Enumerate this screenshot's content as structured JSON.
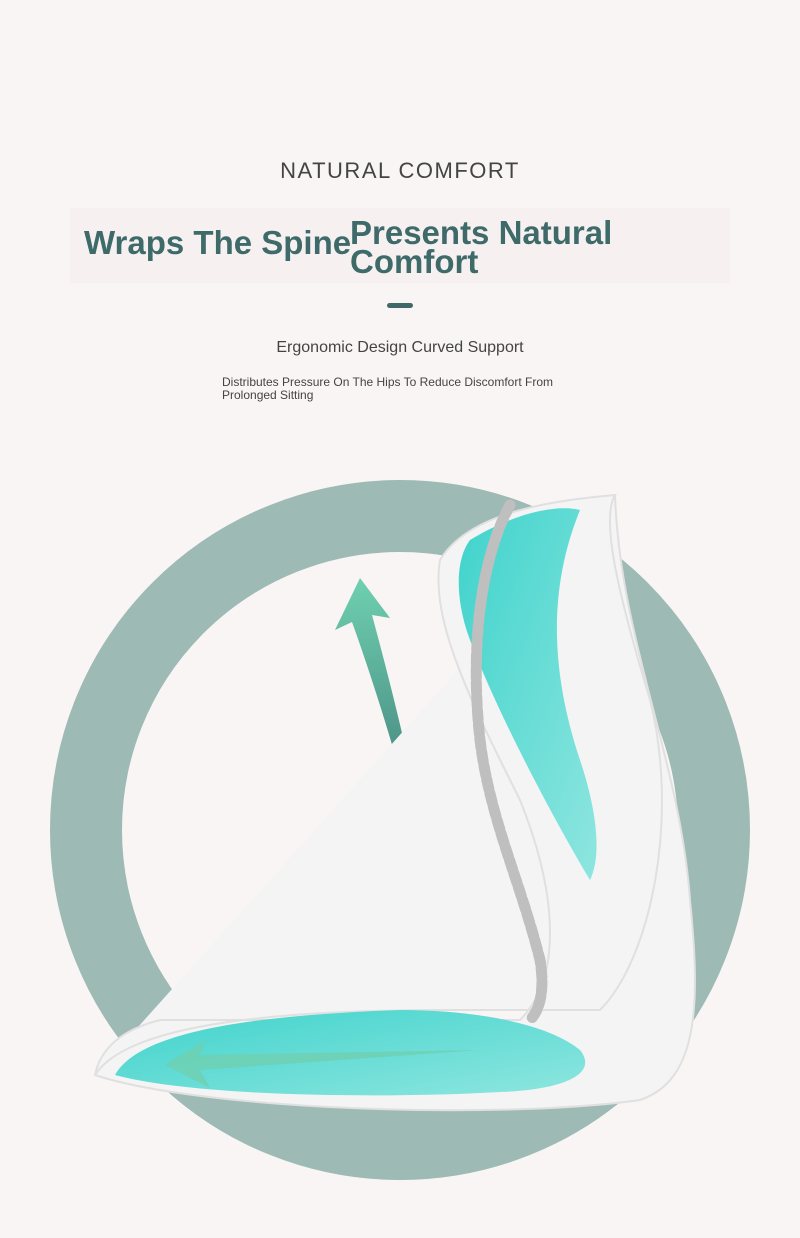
{
  "header": {
    "eyebrow": "NATURAL COMFORT",
    "title_part1": "Wraps The Spine",
    "title_part2": "Presents Natural Comfort",
    "subtitle": "Ergonomic Design Curved Support",
    "description": "Distributes Pressure On The Hips To Reduce Discomfort From Prolonged Sitting"
  },
  "colors": {
    "accent": "#3e6b69",
    "ring": "#9dbab4",
    "cushion": "#4fd6cf",
    "background": "#f9f5f4"
  }
}
